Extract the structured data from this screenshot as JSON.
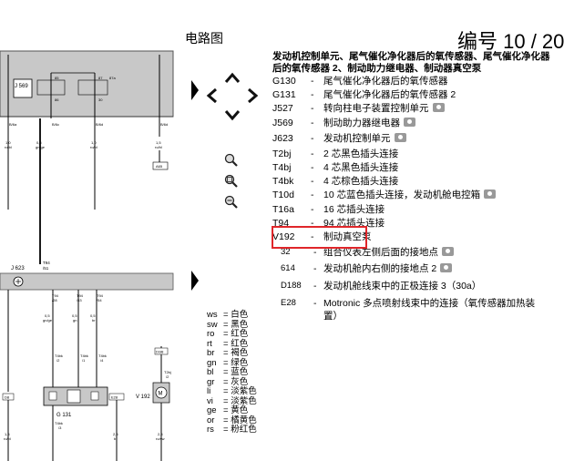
{
  "header": {
    "title": "电路图",
    "doc_number": "编号  10 / 20"
  },
  "heading": "发动机控制单元、尾气催化净化器后的氧传感器、尾气催化净化器后的氧传感器 2、制动助力继电器、制动器真空泵",
  "components": [
    {
      "code": "G130",
      "desc": "尾气催化净化器后的氧传感器",
      "camera": false
    },
    {
      "code": "G131",
      "desc": "尾气催化净化器后的氧传感器 2",
      "camera": false
    },
    {
      "code": "J527",
      "desc": "转向柱电子装置控制单元",
      "camera": true
    },
    {
      "code": "J569",
      "desc": "制动助力器继电器",
      "camera": true
    },
    {
      "code": "J623",
      "desc": "发动机控制单元",
      "camera": true
    },
    {
      "code": "T2bj",
      "desc": "2 芯黑色插头连接",
      "camera": false
    },
    {
      "code": "T4bj",
      "desc": "4 芯黑色插头连接",
      "camera": false
    },
    {
      "code": "T4bk",
      "desc": "4 芯棕色插头连接",
      "camera": false
    },
    {
      "code": "T10d",
      "desc": "10 芯蓝色插头连接，发动机舱电控箱",
      "camera": true
    },
    {
      "code": "T16a",
      "desc": "16 芯插头连接",
      "camera": false
    },
    {
      "code": "T94",
      "desc": "94 芯插头连接",
      "camera": false
    },
    {
      "code": "V192",
      "desc": "制动真空泵",
      "camera": false
    },
    {
      "code": "32",
      "desc": "组合仪表左侧后面的接地点",
      "camera": true
    },
    {
      "code": "614",
      "desc": "发动机舱内右侧的接地点 2",
      "camera": true
    },
    {
      "code": "D188",
      "desc": "发动机舱线束中的正极连接 3（30a）",
      "camera": false
    },
    {
      "code": "E28",
      "desc": "Motronic 多点喷射线束中的连接（氧传感器加热装",
      "desc2": "置）",
      "camera": false
    }
  ],
  "color_key": [
    {
      "abbr": "ws",
      "name": "白色"
    },
    {
      "abbr": "sw",
      "name": "黑色"
    },
    {
      "abbr": "ro",
      "name": "红色"
    },
    {
      "abbr": "rt",
      "name": "红色"
    },
    {
      "abbr": "br",
      "name": "褐色"
    },
    {
      "abbr": "gn",
      "name": "绿色"
    },
    {
      "abbr": "bl",
      "name": "蓝色"
    },
    {
      "abbr": "gr",
      "name": "灰色"
    },
    {
      "abbr": "li",
      "name": "淡紫色"
    },
    {
      "abbr": "vi",
      "name": "淡紫色"
    },
    {
      "abbr": "ge",
      "name": "黄色"
    },
    {
      "abbr": "or",
      "name": "橘黄色"
    },
    {
      "abbr": "rs",
      "name": "粉红色"
    }
  ],
  "diagram_labels": {
    "j569": "J 569",
    "j623": "J 623",
    "g131": "G 131",
    "v192": "V 192",
    "t94": "T94",
    "t94_pin": "/51",
    "b6a": "B/6a",
    "b6c": "B/6c",
    "b6d": "B/6d",
    "pin85": "85",
    "pin86": "86",
    "pin87": "87",
    "pin87a": "87a",
    "pin30": "30",
    "w1": "1,0",
    "w1c": "ro/bl",
    "w2": "0,5",
    "w2c": "gn/ge",
    "w3": "1,0",
    "w3c": "ro/bl",
    "w4": "1,5",
    "w4c": "ro/bl",
    "w5": "0,5",
    "w5c": "gn/ge",
    "w6": "0,5",
    "w6c": "gn",
    "w7": "0,5",
    "w7c": "br",
    "w8": "2,5",
    "w8c": "br",
    "w9": "2,5",
    "w9c": "ro/sw",
    "w10": "1,5",
    "w10c": "ro/bl",
    "a65": "A65",
    "d8": "D8",
    "t4bk1": "T4bk",
    "t4bk1p": "/2",
    "t4bk2": "T4bk",
    "t4bk2p": "/1",
    "t4bk3": "T4bk",
    "t4bk3p": "/4",
    "t2bj": "T2bj",
    "t2bjp": "/2",
    "t94b": "T94",
    "t94bp": "/28",
    "t94c": "T94",
    "t94cp": "/53",
    "t94d": "T94",
    "t94dp": "/54",
    "t4bk4": "T4bk",
    "t4bk4p": "/3",
    "e28": "E28",
    "d188": "D188"
  }
}
